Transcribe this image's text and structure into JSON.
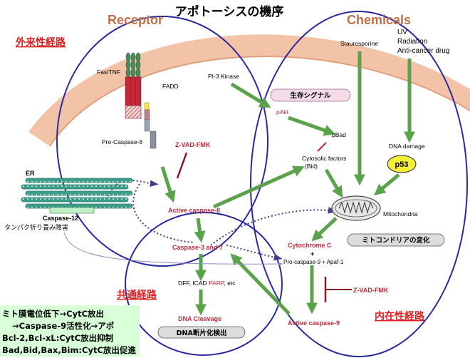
{
  "title": "アポトーシスの機序",
  "headers": {
    "receptor": "Receptor",
    "chemicals": "Chemicals"
  },
  "pathways": {
    "extrinsic": "外来性経路",
    "common": "共通経路",
    "intrinsic": "内在性経路"
  },
  "labels": {
    "fas_tnf": "Fas/TNF",
    "fadd": "FADD",
    "pro_caspase_8": "Pro-Caspase-8",
    "zvad_top": "Z-VAD-FMK",
    "zvad_bottom": "Z-VAD-FMK",
    "active_caspase_8": "Active caspase-8",
    "caspase_3_7": "Caspase-3 and 7",
    "dff_icad": "DFF, ICAD",
    "parp": "PARP",
    "etc": ", etc",
    "dna_cleavage": "DNA Cleavage",
    "er": "ER",
    "caspase_12": "Caspase-12",
    "caspase_12_note": "タンパク折り畳み障害",
    "pi3_kinase": "PI-3 Kinase",
    "survival_signal": "生存シグナル",
    "pakt": "pAkt",
    "pbad": "pBad",
    "cytosolic_factors": "Cytosolic factors",
    "bid": "(Bid)",
    "staurosporine": "Staurosporine",
    "uv": "UV",
    "radiation": "Radiation",
    "anticancer": "Anti-cancer drug",
    "dna_damage": "DNA damage",
    "p53": "p53",
    "mitochondria": "Mitochondria",
    "mito_change": "ミトコンドリアの変化",
    "cytochrome_c": "Cytochrome C",
    "plus": "+",
    "pro_caspase_9": "Pro-caspase-9 + Apaf-1",
    "active_caspase_9": "Active caspase-9",
    "dna_fragment": "DNA断片化検出"
  },
  "notes": [
    "ミト膜電位低下→CytC放出",
    "→Caspase-9活性化→アポ",
    "Bcl-2,Bcl-xL:CytC放出抑制",
    "Bad,Bid,Bax,Bim:CytC放出促進"
  ],
  "colors": {
    "ellipse": "#2a2aa0",
    "arrow_green": "#5aa34a",
    "red_label": "#e02020",
    "header_brown": "#c0714a",
    "membrane": "#f0b896",
    "pill_pink": "#f3dbe8",
    "pill_gray": "#dcdcdc",
    "p53_fill": "#f5ef3a",
    "notes_bg": "#d9ffd9"
  }
}
